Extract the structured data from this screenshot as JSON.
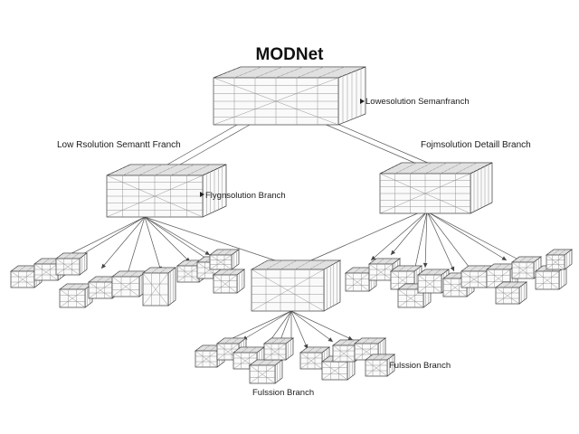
{
  "title": "MODNet",
  "labels": {
    "top_block": "Lowesolution Semanfranch",
    "left_branch": "Low Rsolution Semantt Franch",
    "right_branch": "Fojmsolution Detaill Branch",
    "left_block": "Flygnsolution Branch",
    "fusion_right": "Fulssion Branch",
    "fusion_bottom": "Fulssion Branch"
  },
  "colors": {
    "line": "#3a3a3a",
    "face": "#fafafa",
    "grid": "#8a8a8a"
  }
}
